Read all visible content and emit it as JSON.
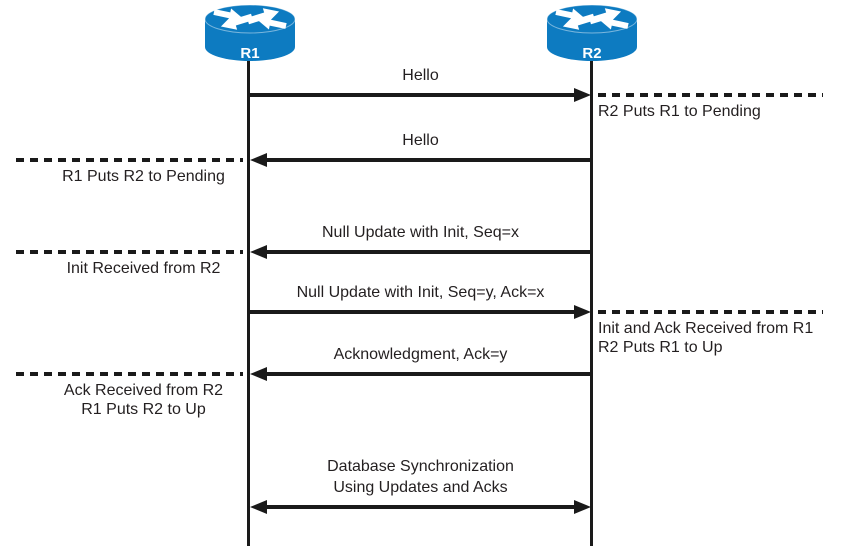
{
  "colors": {
    "router_fill": "#0D7BC1",
    "router_label": "#FFFFFF",
    "line": "#1A1A1A",
    "text": "#231F20",
    "background": "#FFFFFF"
  },
  "routers": [
    {
      "label": "R1"
    },
    {
      "label": "R2"
    }
  ],
  "messages": [
    {
      "label": "Hello",
      "from": "R1",
      "to": "R2",
      "direction": "right"
    },
    {
      "label": "Hello",
      "from": "R2",
      "to": "R1",
      "direction": "left"
    },
    {
      "label": "Null Update with Init, Seq=x",
      "from": "R2",
      "to": "R1",
      "direction": "left"
    },
    {
      "label": "Null Update with Init, Seq=y, Ack=x",
      "from": "R1",
      "to": "R2",
      "direction": "right"
    },
    {
      "label": "Acknowledgment, Ack=y",
      "from": "R2",
      "to": "R1",
      "direction": "left"
    },
    {
      "label_line1": "Database Synchronization",
      "label_line2": "Using Updates and Acks",
      "from": "R1",
      "to": "R2",
      "direction": "both"
    }
  ],
  "annotations": [
    {
      "side": "right",
      "line1": "R2 Puts R1 to Pending"
    },
    {
      "side": "left",
      "line1": "R1 Puts R2 to Pending"
    },
    {
      "side": "left",
      "line1": "Init Received from R2"
    },
    {
      "side": "right",
      "line1": "Init and Ack Received from R1",
      "line2": "R2 Puts R1 to Up"
    },
    {
      "side": "left",
      "line1": "Ack Received from R2",
      "line2": "R1 Puts R2 to Up"
    }
  ]
}
